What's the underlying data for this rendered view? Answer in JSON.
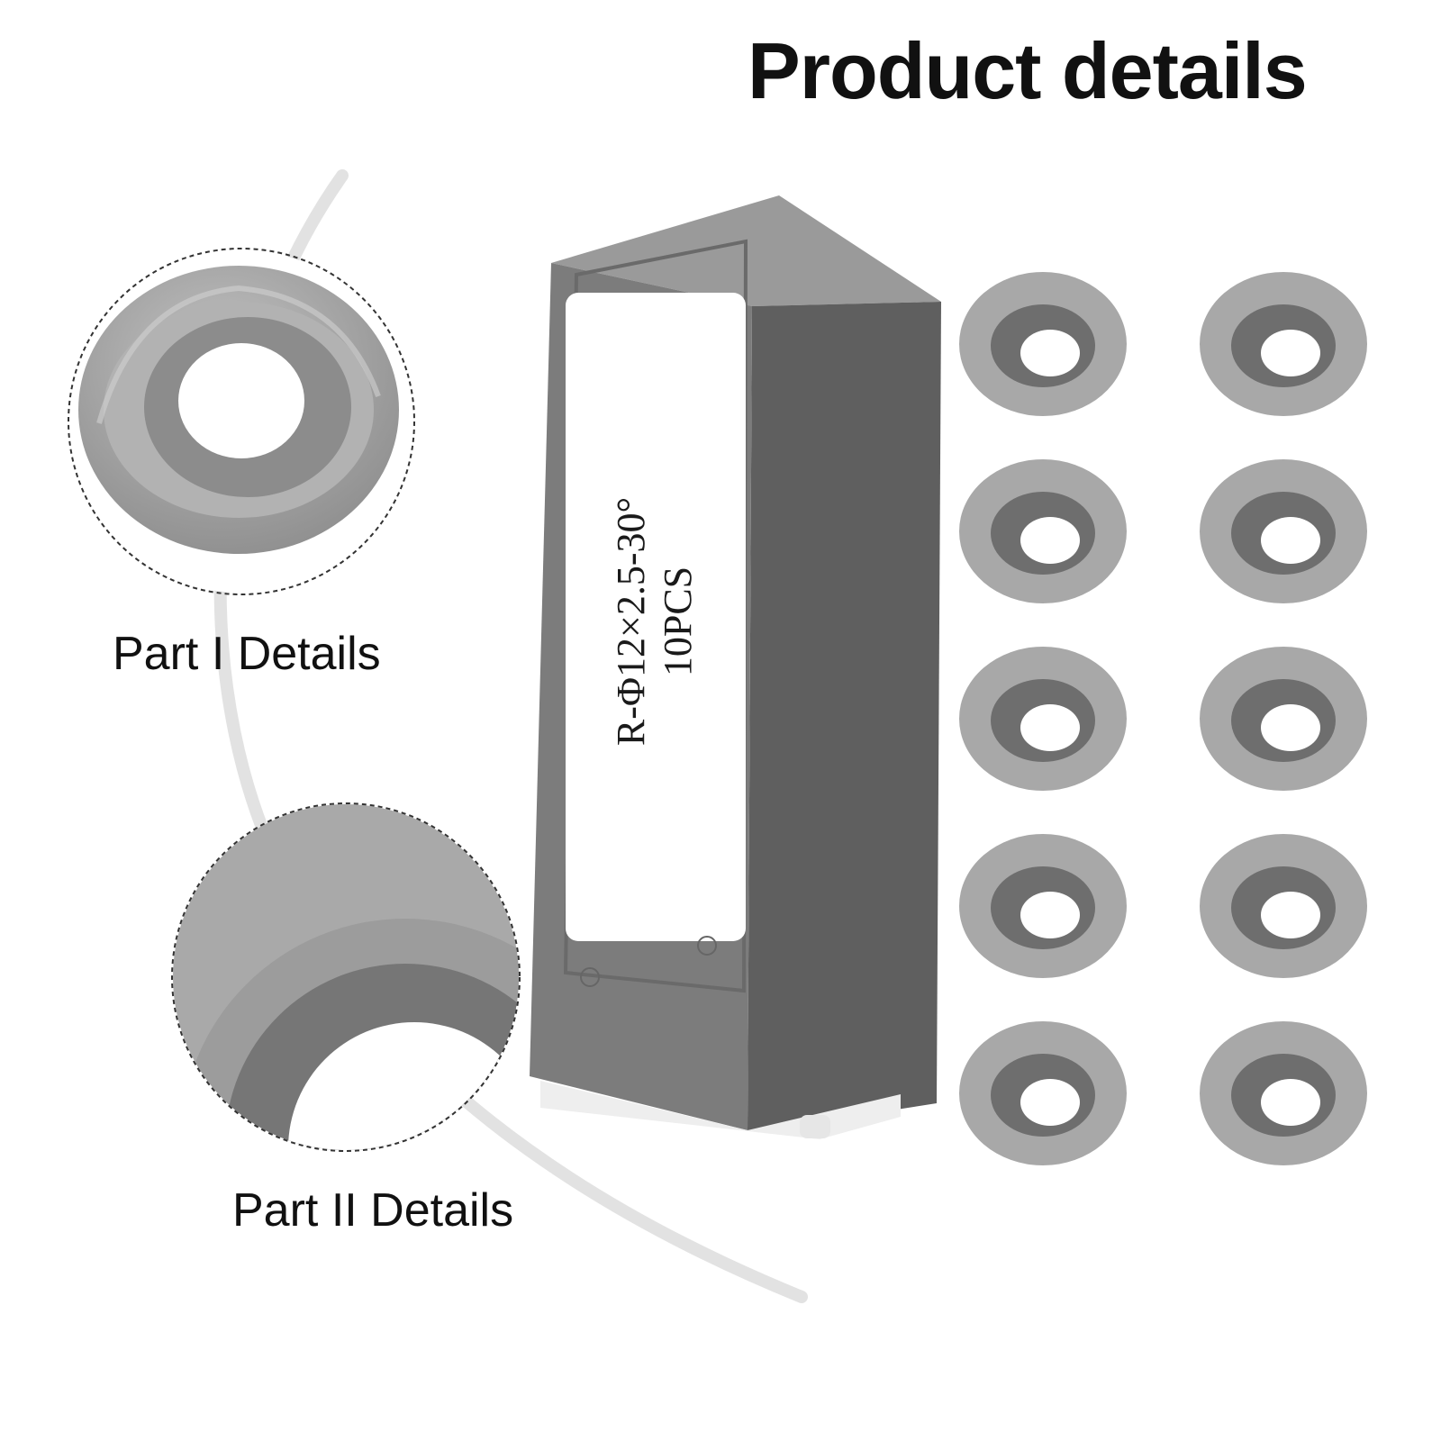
{
  "title": "Product details",
  "details": [
    {
      "caption": "Part I Details"
    },
    {
      "caption": "Part II Details"
    }
  ],
  "package": {
    "label_line1": "R-Φ12×2.5-30°",
    "label_line2": "10PCS"
  },
  "inserts": {
    "count": 10,
    "columns": 2,
    "rows": 5
  },
  "colors": {
    "box": "#7a7a7a",
    "box_dark": "#646464",
    "insert": "#a8a8a8",
    "insert_recess": "#6e6e6e",
    "label": "#ffffff"
  }
}
